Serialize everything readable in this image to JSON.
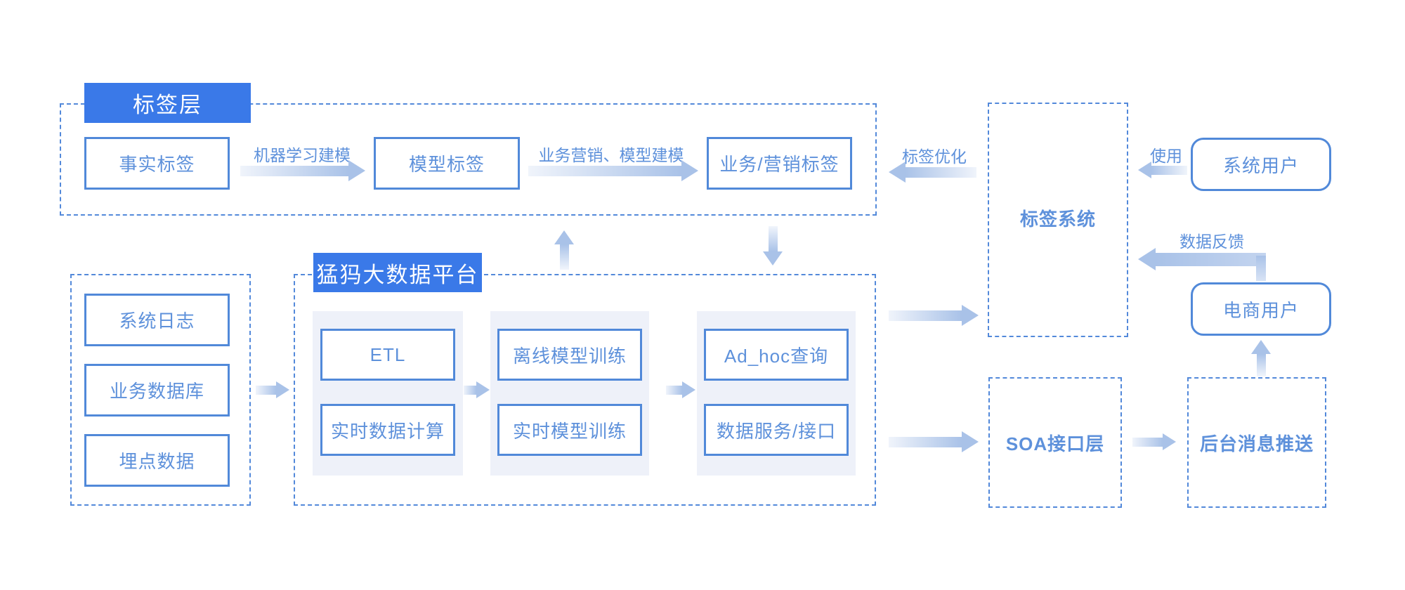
{
  "tag_layer": {
    "title": "标签层",
    "fact": "事实标签",
    "model": "模型标签",
    "biz_marketing": "业务/营销标签",
    "arrow_ml": "机器学习建模",
    "arrow_biz": "业务营销、模型建模"
  },
  "platform": {
    "title": "猛犸大数据平台",
    "etl": "ETL",
    "realtime_compute": "实时数据计算",
    "offline_training": "离线模型训练",
    "realtime_training": "实时模型训练",
    "adhoc_query": "Ad_hoc查询",
    "data_service": "数据服务/接口"
  },
  "data_sources": {
    "system_log": "系统日志",
    "business_db": "业务数据库",
    "tracking_data": "埋点数据"
  },
  "right_side": {
    "tag_system": "标签系统",
    "soa_layer": "SOA接口层",
    "backend_push": "后台消息推送",
    "system_user": "系统用户",
    "ecom_user": "电商用户",
    "arrow_optimize": "标签优化",
    "arrow_use": "使用",
    "arrow_feedback": "数据反馈"
  },
  "colors": {
    "accent_blue": "#3A79E8",
    "line_blue": "#5189D9",
    "text_blue": "#5E91DB",
    "arrow_blue": "#A9C2E8",
    "panel_bg": "#EEF1F9"
  }
}
